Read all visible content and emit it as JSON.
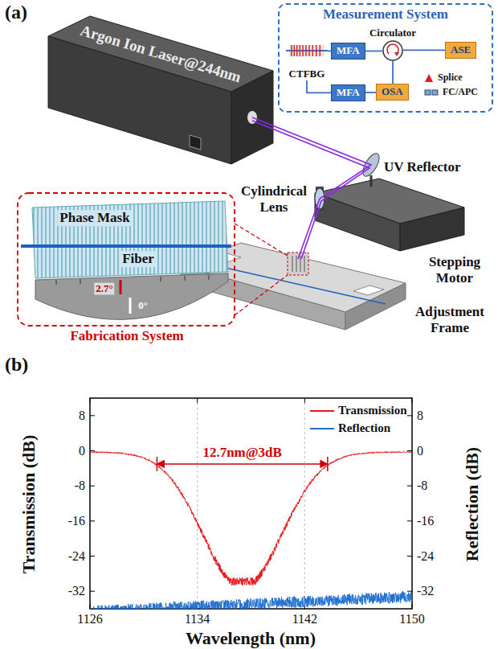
{
  "diagram": {
    "nodes": [
      {
        "text": [
          "Measurement System"
        ]
      },
      {
        "text": [
          "CTFBG"
        ],
        "in": 0
      },
      {
        "text": [
          "MFA"
        ],
        "in": 0
      },
      {
        "text": [
          "Circulator"
        ],
        "in": 0
      },
      {
        "text": [
          "ASE"
        ],
        "in": 0
      },
      {
        "text": [
          "MFA"
        ],
        "in": 0
      },
      {
        "text": [
          "OSA"
        ],
        "in": 0
      }
    ],
    "edges": [
      {
        "from": 1,
        "to": 2,
        "arrow": "none"
      },
      {
        "from": 2,
        "to": 3,
        "arrow": "none"
      },
      {
        "from": 3,
        "to": 4,
        "arrow": "none"
      },
      {
        "from": 3,
        "to": 6,
        "arrow": "none"
      },
      {
        "from": 1,
        "to": 5,
        "arrow": "none"
      },
      {
        "from": 5,
        "to": 6,
        "arrow": "none"
      }
    ],
    "labels": [
      "(a)",
      "Argon Ion Laser@244nm",
      "UV Reflector",
      "Cylindrical Lens",
      "Stepping Motor",
      "Phase Mask",
      "Fiber",
      "2.7°",
      "0°",
      "Fabrication System",
      "Adjustment Frame",
      "(b)",
      "Transmission (dB)",
      "Reflection (dB)",
      "Wavelength (nm)",
      "12.7nm@3dB",
      "8",
      "0",
      "-8",
      "-16",
      "-24",
      "-32",
      "8",
      "0",
      "-8",
      "-16",
      "-24",
      "-32",
      "1126",
      "1134",
      "1142",
      "1150"
    ],
    "legend": [
      {
        "text": "Splice"
      },
      {
        "text": "FC/APC"
      },
      {
        "text": "Transmission"
      },
      {
        "text": "Reflection"
      }
    ]
  }
}
